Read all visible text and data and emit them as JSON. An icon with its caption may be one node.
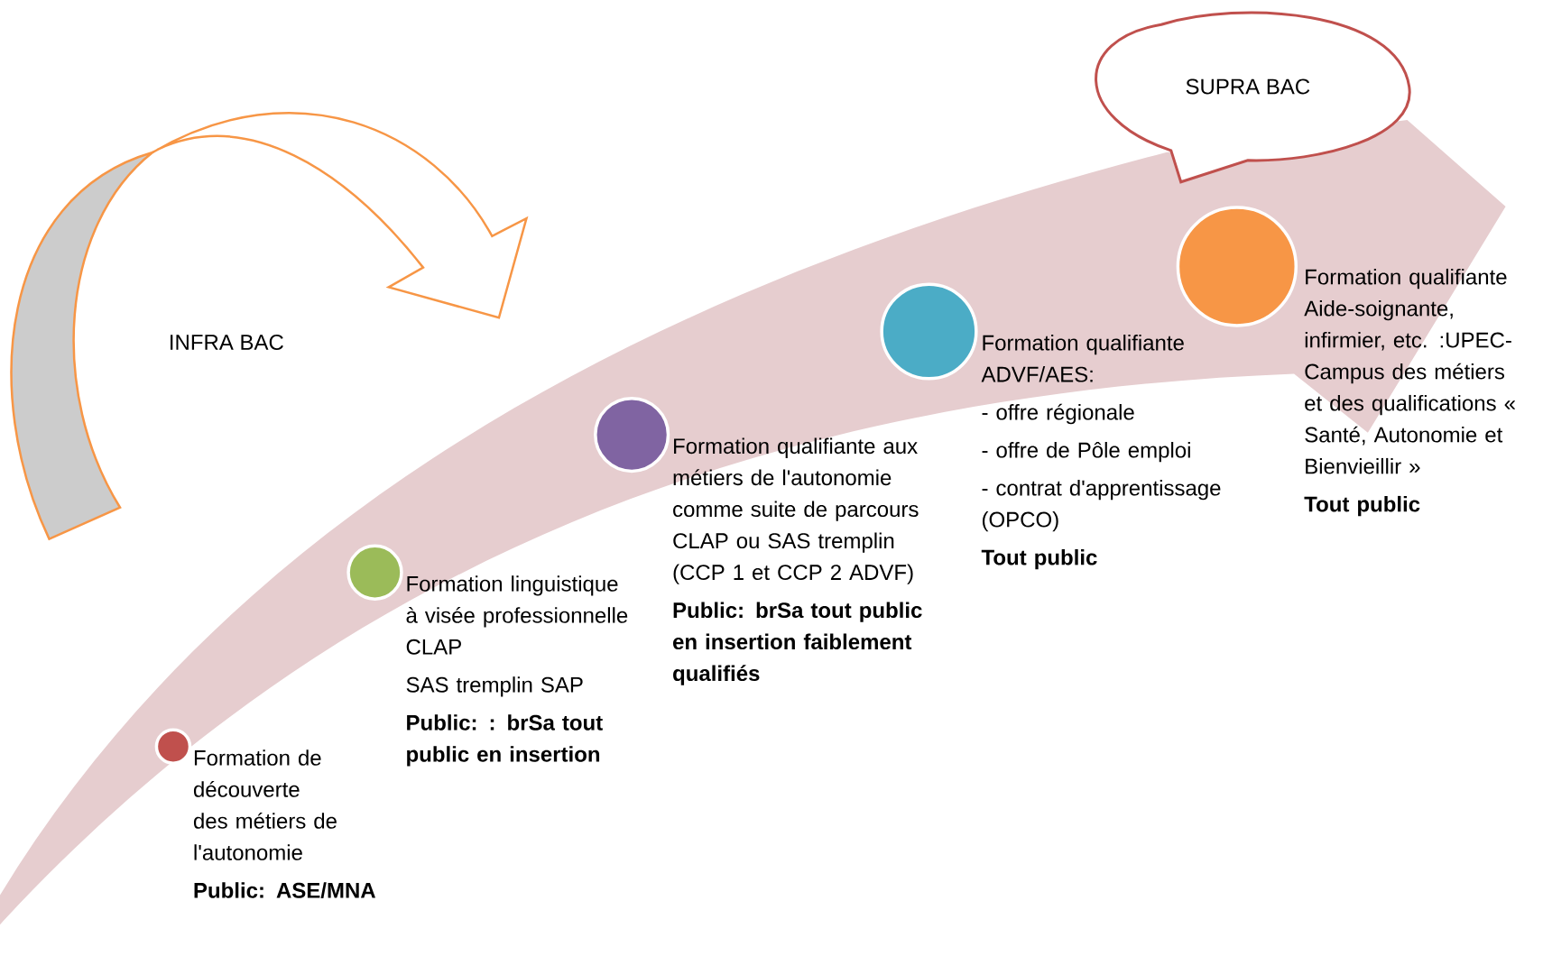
{
  "diagram": {
    "nodes": [
      {
        "text": [],
        "shape": "circle",
        "beside": [
          "Formation de découverte des métiers de l'autonomie",
          "Public: ASE/MNA"
        ]
      },
      {
        "text": [],
        "shape": "circle",
        "beside": [
          "Formation linguistique à visée professionnelle CLAP",
          "SAS tremplin SAP",
          "Public: : brSa tout public en insertion"
        ]
      },
      {
        "text": [],
        "shape": "circle",
        "beside": [
          "Formation qualifiante aux métiers de l'autonomie comme suite de parcours CLAP ou SAS tremplin (CCP 1 et CCP 2 ADVF)",
          "Public: brSa tout public en insertion faiblement qualifiés"
        ]
      },
      {
        "text": [],
        "shape": "circle",
        "beside": [
          "Formation qualifiante ADVF/AES:",
          "- offre régionale",
          "- offre de Pôle emploi",
          "- contrat d'apprentissage (OPCO)",
          "Tout public"
        ]
      },
      {
        "text": [],
        "shape": "circle",
        "beside": [
          "Formation qualifiante Aide-soignante, infirmier, etc. :UPEC- Campus des métiers et des qualifications « Santé, Autonomie et Bienvieillir »",
          "Tout public"
        ]
      },
      {
        "text": [
          "SUPRA BAC"
        ]
      }
    ],
    "edges": [],
    "labels": [
      "INFRA BAC"
    ]
  }
}
